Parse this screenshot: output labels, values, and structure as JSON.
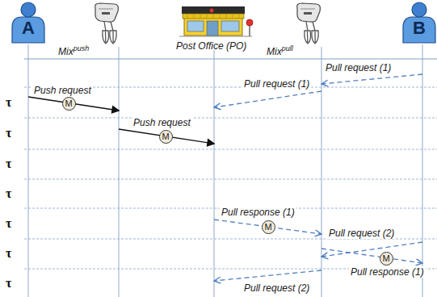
{
  "diagram": {
    "nodes": [
      {
        "text": [
          "A"
        ]
      },
      {
        "text": [
          "Mix",
          "push"
        ]
      },
      {
        "text": [
          "Post Office (PO)"
        ]
      },
      {
        "text": [
          "Mix",
          "pull"
        ]
      },
      {
        "text": [
          "B"
        ]
      }
    ],
    "edges": [
      {
        "from": 4,
        "to": 3,
        "arrow": "to",
        "label": "Pull request (1)"
      },
      {
        "from": 0,
        "to": 1,
        "arrow": "to",
        "label": "Push request"
      },
      {
        "from": 3,
        "to": 2,
        "arrow": "to",
        "label": "Pull request (1)"
      },
      {
        "from": 1,
        "to": 2,
        "arrow": "to",
        "label": "Push request"
      },
      {
        "from": 2,
        "to": 3,
        "arrow": "to",
        "label": "Pull response (1)"
      },
      {
        "from": 4,
        "to": 3,
        "arrow": "to",
        "label": "Pull request (2)"
      },
      {
        "from": 3,
        "to": 4,
        "arrow": "to",
        "label": "Pull response (1)"
      },
      {
        "from": 3,
        "to": 2,
        "arrow": "to",
        "label": "Pull request (2)"
      }
    ],
    "labels": [
      "τ",
      "τ",
      "τ",
      "τ",
      "τ",
      "τ",
      "τ",
      "M",
      "M",
      "M",
      "M"
    ]
  }
}
